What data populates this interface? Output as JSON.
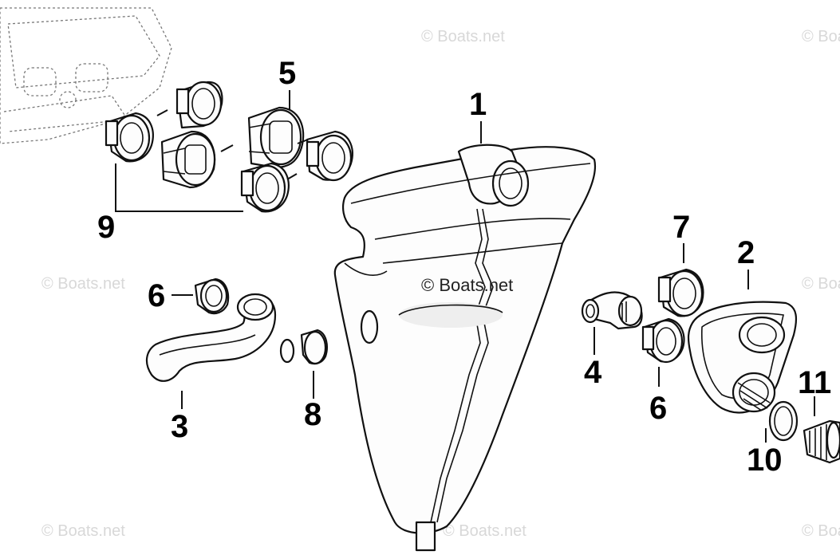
{
  "watermark": "© Boats.net",
  "callouts": [
    {
      "id": "c1",
      "label": "1"
    },
    {
      "id": "c2",
      "label": "2"
    },
    {
      "id": "c3",
      "label": "3"
    },
    {
      "id": "c4",
      "label": "4"
    },
    {
      "id": "c5",
      "label": "5"
    },
    {
      "id": "c6a",
      "label": "6"
    },
    {
      "id": "c6b",
      "label": "6"
    },
    {
      "id": "c7",
      "label": "7"
    },
    {
      "id": "c8",
      "label": "8"
    },
    {
      "id": "c9",
      "label": "9"
    },
    {
      "id": "c10",
      "label": "10"
    },
    {
      "id": "c11",
      "label": "11"
    }
  ]
}
